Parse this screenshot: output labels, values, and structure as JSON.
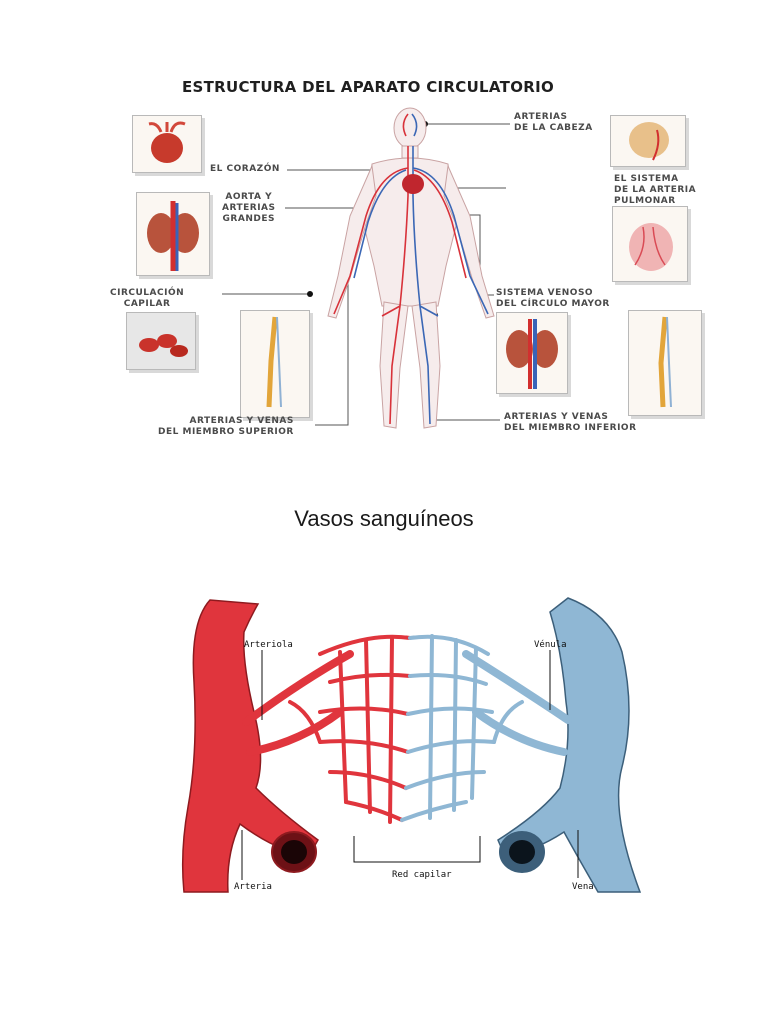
{
  "figure1": {
    "title": "ESTRUCTURA DEL APARATO CIRCULATORIO",
    "labels": {
      "arterias_cabeza": [
        "ARTERIAS",
        "DE LA CABEZA"
      ],
      "corazon": [
        "EL CORAZÓN"
      ],
      "aorta": [
        "AORTA Y",
        "ARTERIAS",
        "GRANDES"
      ],
      "arteria_pulmonar": [
        "EL SISTEMA",
        "DE LA ARTERIA",
        "PULMONAR"
      ],
      "circulacion_capilar": [
        "CIRCULACIÓN",
        "CAPILAR"
      ],
      "sistema_venoso": [
        "SISTEMA VENOSO",
        "DEL CÍRCULO MAYOR"
      ],
      "miembro_superior": [
        "ARTERIAS Y VENAS",
        "DEL MIEMBRO SUPERIOR"
      ],
      "miembro_inferior": [
        "ARTERIAS Y VENAS",
        "DEL MIEMBRO INFERIOR"
      ]
    }
  },
  "caption": "Vasos sanguíneos",
  "figure2": {
    "labels": {
      "arteriola": "Arteriola",
      "venula": "Vénula",
      "arteria": "Arteria",
      "red_capilar": "Red capilar",
      "vena": "Vena"
    },
    "colors": {
      "arterial": "#e0353d",
      "venous": "#8fb7d4"
    }
  }
}
